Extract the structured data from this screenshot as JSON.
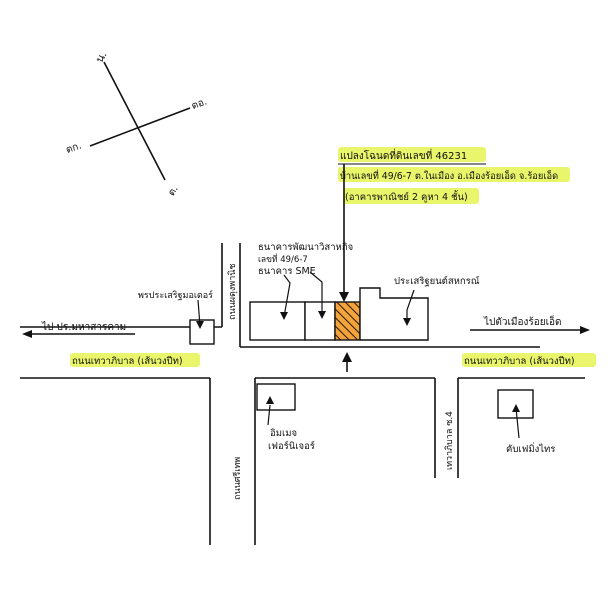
{
  "compass": {
    "north": "น.",
    "east": "ตอ.",
    "west": "ตก.",
    "south": "ต."
  },
  "parcel": {
    "title": "แปลงโฉนดที่ดินเลขที่ 46231",
    "address": "บ้านเลขที่ 49/6-7 ต.ในเมือง อ.เมืองร้อยเอ็ด จ.ร้อยเอ็ด",
    "building": "(อาคารพาณิชย์ 2 คูหา 4 ชั้น)"
  },
  "landmarks": {
    "bank_name": "ธนาคารพัฒนาวิสาหกิจ",
    "bank_address": "เลขที่ 49/6-7",
    "bank_sme": "ธนาคาร SME",
    "restaurant": "พรประเสริฐมอเตอร์",
    "shop_right": "ประเสริฐยนต์สหกรณ์",
    "furniture_1": "อิมเมจ",
    "furniture_2": "เฟอร์นิเจอร์",
    "cafe": "คับเฟมิ่งไทร"
  },
  "roads": {
    "main_left": "ถนนเทวาภิบาล (เส้นวงปีท)",
    "main_right": "ถนนเทวาภิบาล (เส้นวงปีท)",
    "side_north": "ถนนผดุงพานิช",
    "side_south": "ถนนศรีเทพ",
    "soi": "เทวาภิบาล ซ.4"
  },
  "directions": {
    "left": "ไป ปร.มหาสารคาม",
    "right": "ไปตัวเมืองร้อยเอ็ด"
  },
  "colors": {
    "highlight": "#e9f56a",
    "parcel_fill": "#f2a33a",
    "ink": "#111111"
  }
}
